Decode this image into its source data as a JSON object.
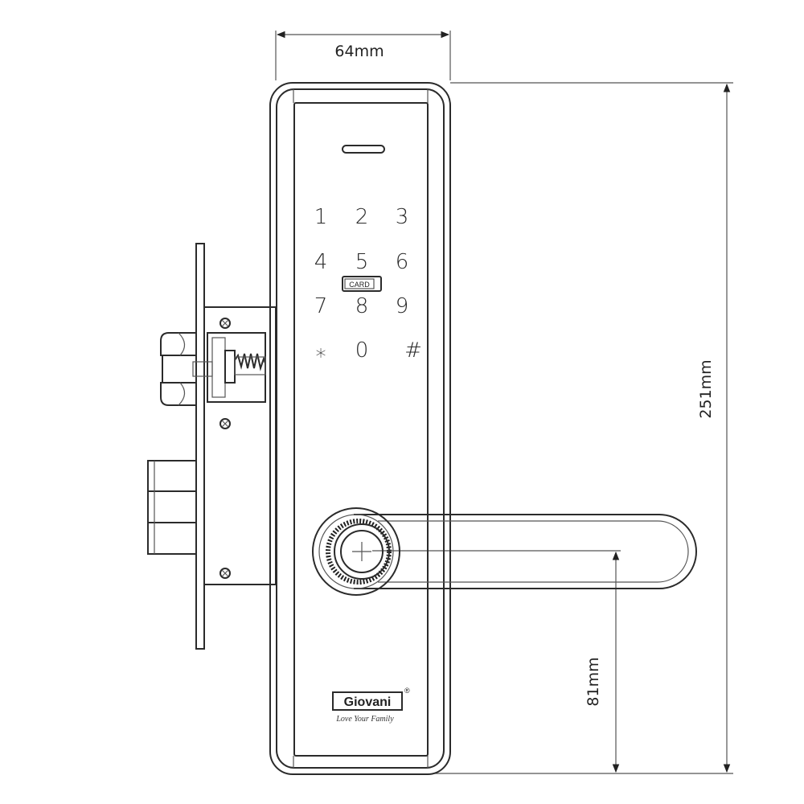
{
  "dimensions": {
    "width": "64mm",
    "height": "251mm",
    "handle_height": "81mm"
  },
  "keypad": {
    "keys": [
      "1",
      "2",
      "3",
      "4",
      "5",
      "6",
      "7",
      "8",
      "9",
      "∗",
      "0",
      "#"
    ],
    "card_label": "CARD"
  },
  "brand": {
    "name": "Giovani",
    "registered_mark": "®",
    "slogan": "Love Your Family"
  }
}
